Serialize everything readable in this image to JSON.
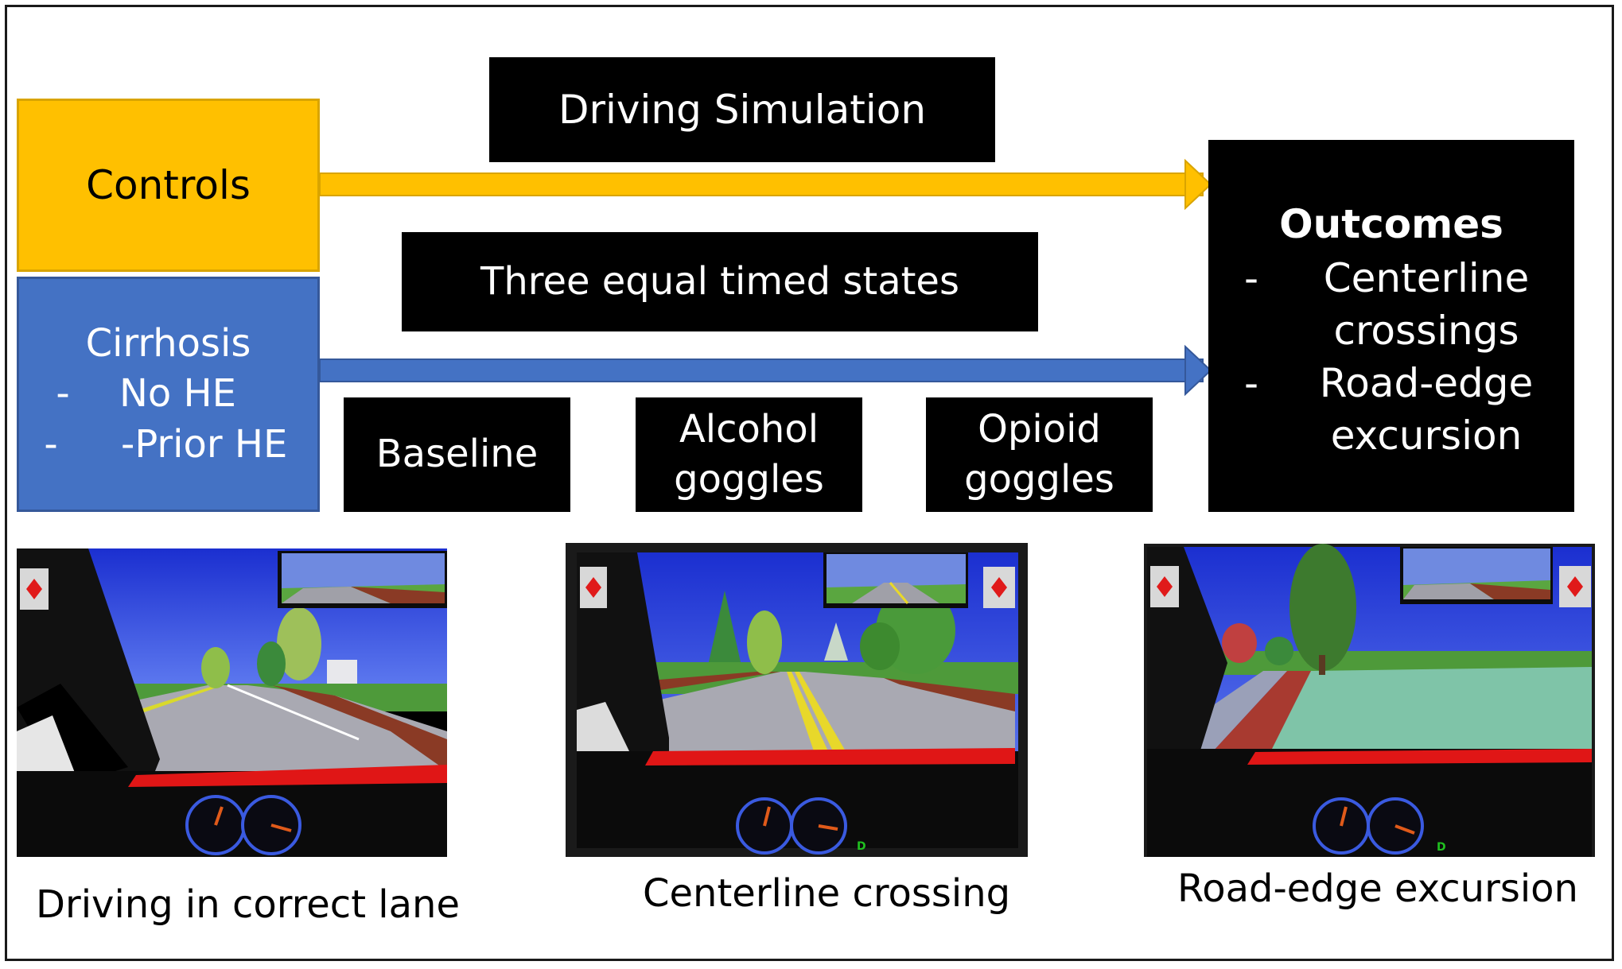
{
  "diagram": {
    "controls_label": "Controls",
    "driving_simulation_label": "Driving Simulation",
    "three_states_label": "Three equal timed states",
    "cirrhosis": {
      "title": "Cirrhosis",
      "items": [
        {
          "dash": "-",
          "label": "No HE"
        },
        {
          "dash": "-",
          "label": "-Prior HE"
        }
      ]
    },
    "states": [
      {
        "line1": "Baseline",
        "line2": ""
      },
      {
        "line1": "Alcohol",
        "line2": "goggles"
      },
      {
        "line1": "Opioid",
        "line2": "goggles"
      }
    ],
    "outcomes": {
      "title": "Outcomes",
      "items": [
        {
          "dash": "-",
          "line1": "Centerline",
          "line2": "crossings"
        },
        {
          "dash": "-",
          "line1": "Road-edge",
          "line2": "excursion"
        }
      ]
    },
    "colors": {
      "controls": "#ffc000",
      "cirrhosis": "#4472c4",
      "boxes": "#000000"
    }
  },
  "screenshots": [
    {
      "caption": "Driving in correct lane",
      "gear": ""
    },
    {
      "caption": "Centerline crossing",
      "gear": "D"
    },
    {
      "caption": "Road-edge excursion",
      "gear": "D"
    }
  ]
}
